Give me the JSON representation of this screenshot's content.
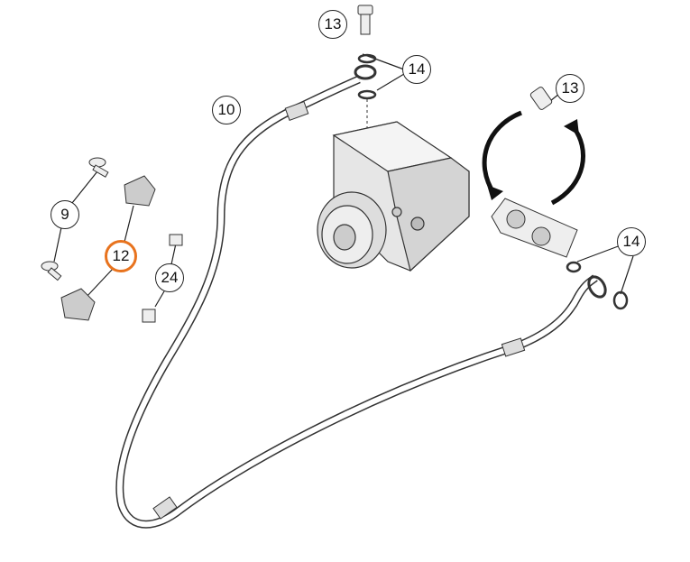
{
  "diagram": {
    "callouts": [
      {
        "label": "13"
      },
      {
        "label": "14"
      },
      {
        "label": "10"
      },
      {
        "label": "13"
      },
      {
        "label": "9"
      },
      {
        "label": "12",
        "highlighted": true
      },
      {
        "label": "24"
      },
      {
        "label": "14"
      }
    ],
    "highlight_color": "#e8731e"
  }
}
